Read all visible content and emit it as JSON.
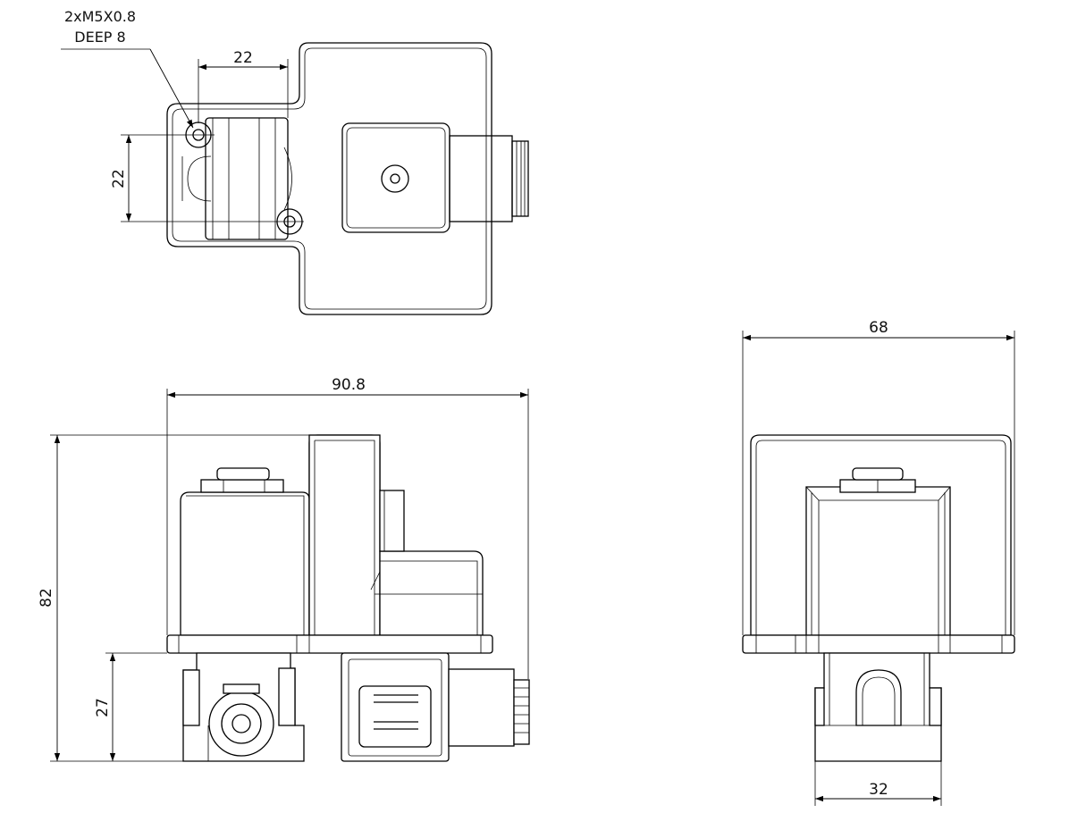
{
  "dimensions": {
    "top_width": "22",
    "top_height": "22",
    "front_width": "90.8",
    "front_height": "82",
    "front_base_height": "27",
    "side_width": "68",
    "side_base_width": "32"
  },
  "callout": {
    "line1": "2xM5X0.8",
    "line2": "DEEP 8"
  }
}
